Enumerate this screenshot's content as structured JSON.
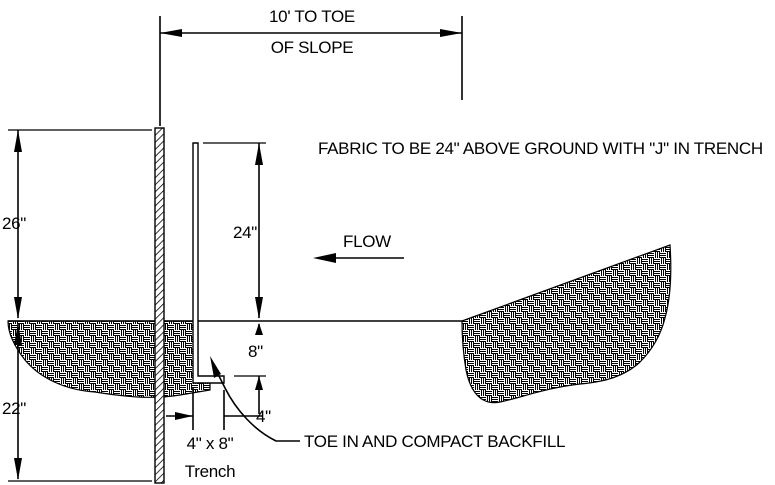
{
  "labels": {
    "dim_top_line1": "10' TO TOE",
    "dim_top_line2": "OF SLOPE",
    "note_fabric": "FABRIC TO BE 24\" ABOVE GROUND WITH \"J\" IN TRENCH",
    "dim_26": "26\"",
    "dim_24": "24\"",
    "dim_22": "22\"",
    "dim_8": "8\"",
    "dim_4": "4\"",
    "flow": "FLOW",
    "toe_note": "TOE IN AND COMPACT BACKFILL",
    "trench_line1": "4\" x 8\"",
    "trench_line2": "Trench"
  }
}
